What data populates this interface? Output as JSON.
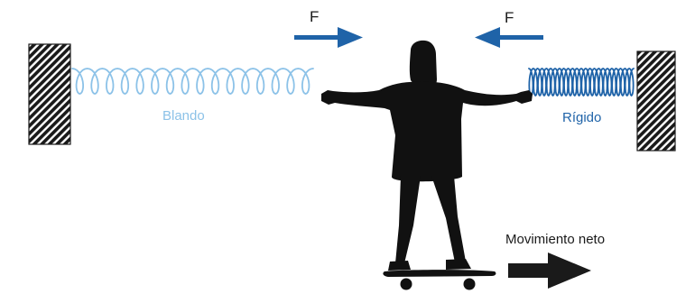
{
  "springs": {
    "soft": {
      "label": "Blando",
      "color": "#8cc2e8"
    },
    "stiff": {
      "label": "Rígido",
      "color": "#1f63a8"
    }
  },
  "forces": {
    "left": {
      "label": "F",
      "direction": "right"
    },
    "right": {
      "label": "F",
      "direction": "left"
    },
    "arrow_color": "#1f63a8"
  },
  "net_motion": {
    "label": "Movimiento neto",
    "direction": "right",
    "arrow_color": "#1a1a1a"
  },
  "walls": {
    "fill_color": "#1a1a1a"
  },
  "figure": {
    "subject": "person-on-skateboard",
    "fill_color": "#111111"
  }
}
